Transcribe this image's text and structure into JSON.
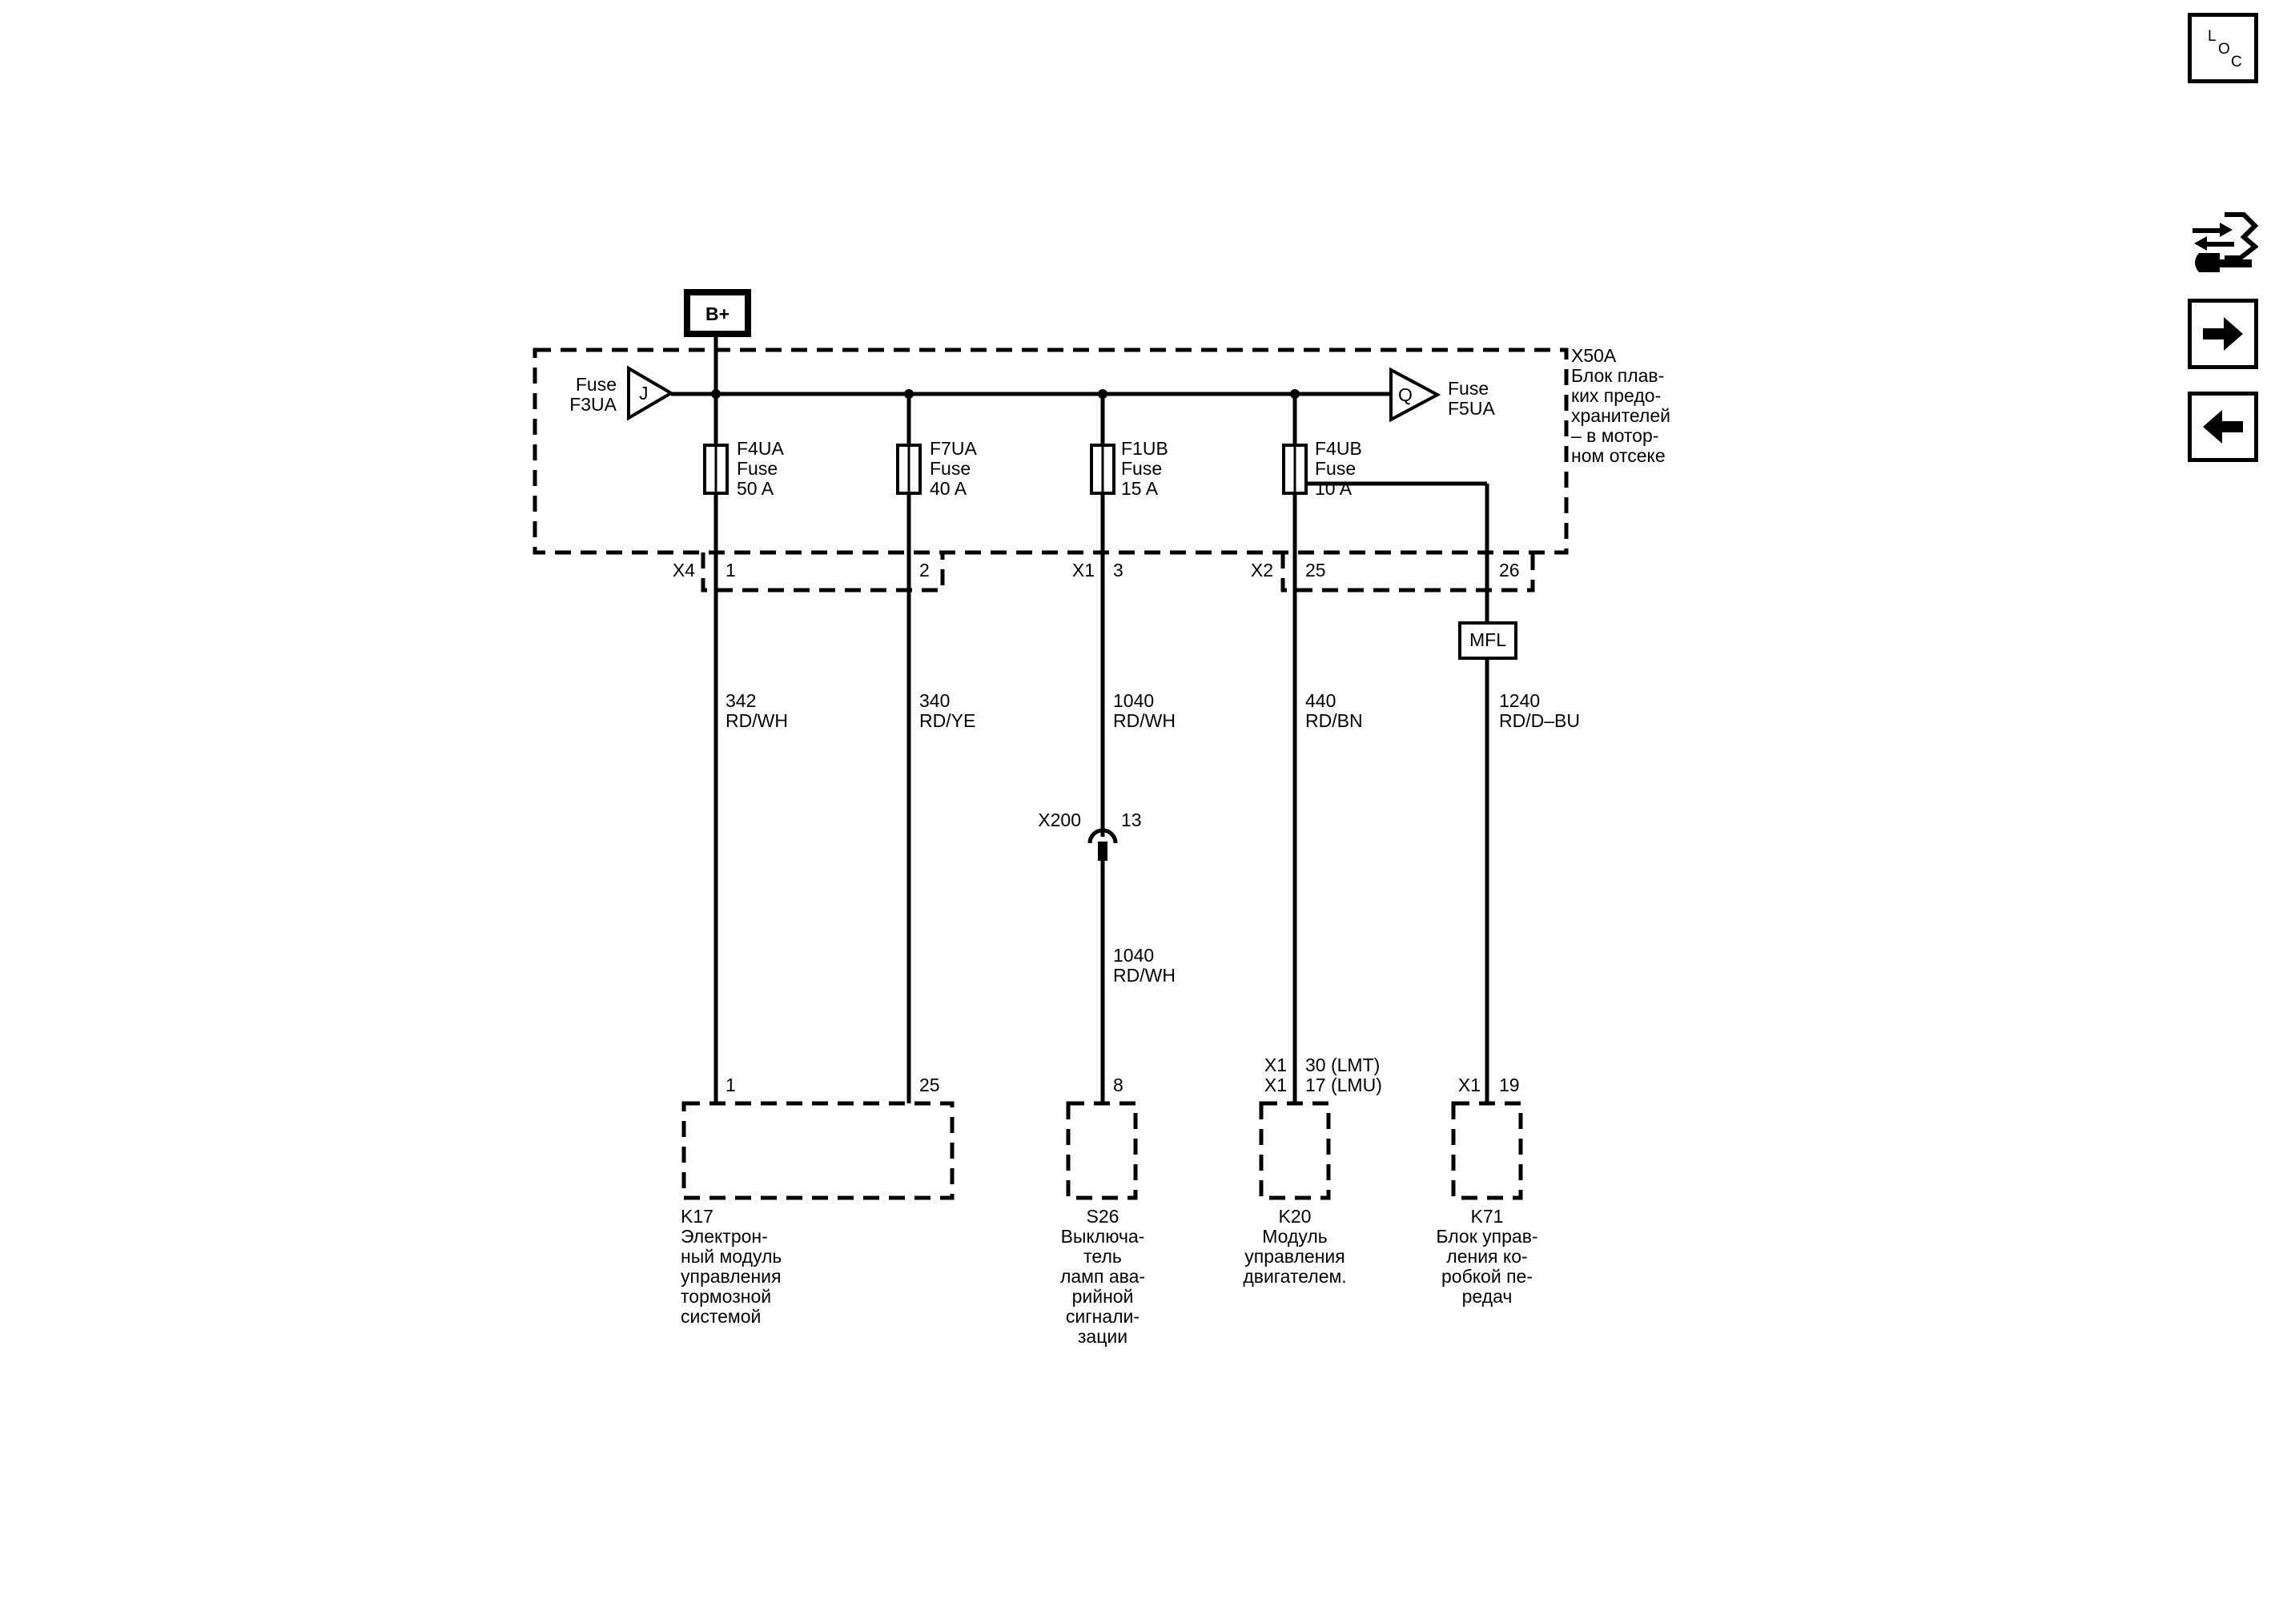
{
  "power": {
    "label": "B+"
  },
  "fuse_block": {
    "id": "X50A",
    "desc": [
      "Блок плав-",
      "ких предо-",
      "хранителей",
      "– в мотор-",
      "ном отсеке"
    ],
    "left_ref": {
      "letter": "J",
      "label": [
        "Fuse",
        "F3UA"
      ]
    },
    "right_ref": {
      "letter": "Q",
      "label": [
        "Fuse",
        "F5UA"
      ]
    }
  },
  "fuses": [
    {
      "name": "F4UA",
      "type": "Fuse",
      "rating": "50 A"
    },
    {
      "name": "F7UA",
      "type": "Fuse",
      "rating": "40 A"
    },
    {
      "name": "F1UB",
      "type": "Fuse",
      "rating": "15 A"
    },
    {
      "name": "F4UB",
      "type": "Fuse",
      "rating": "10 A"
    }
  ],
  "connectors": {
    "x4": {
      "name": "X4",
      "pins": [
        "1",
        "2"
      ]
    },
    "x1": {
      "name": "X1",
      "pins": [
        "3"
      ]
    },
    "x2": {
      "name": "X2",
      "pins": [
        "25",
        "26"
      ]
    }
  },
  "mfl": {
    "label": "MFL"
  },
  "wires": [
    {
      "circuit": "342",
      "color": "RD/WH"
    },
    {
      "circuit": "340",
      "color": "RD/YE"
    },
    {
      "circuit": "1040",
      "color": "RD/WH"
    },
    {
      "circuit": "440",
      "color": "RD/BN"
    },
    {
      "circuit": "1240",
      "color": "RD/D–BU"
    }
  ],
  "inline_connector": {
    "name": "X200",
    "pin": "13",
    "wire_after": {
      "circuit": "1040",
      "color": "RD/WH"
    }
  },
  "terminals": {
    "k17_pin1": "1",
    "k17_pin25": "25",
    "s26_pin": "8",
    "k20_conn": [
      "X1",
      "X1"
    ],
    "k20_pins": [
      "30 (LMT)",
      "17 (LMU)"
    ],
    "k71_conn": "X1",
    "k71_pin": "19"
  },
  "components": [
    {
      "id": "K17",
      "desc": [
        "Электрон-",
        "ный модуль",
        "управления",
        "тормозной",
        "системой"
      ]
    },
    {
      "id": "S26",
      "desc": [
        "Выключа-",
        "тель",
        "ламп ава-",
        "рийной",
        "сигнали-",
        "зации"
      ]
    },
    {
      "id": "K20",
      "desc": [
        "Модуль",
        "управления",
        "двигателем."
      ]
    },
    {
      "id": "K71",
      "desc": [
        "Блок управ-",
        "ления ко-",
        "робкой пе-",
        "редач"
      ]
    }
  ],
  "nav": {
    "loc_letters": [
      "L",
      "O",
      "C"
    ],
    "icons": [
      "connector-wrench-icon",
      "arrow-right-icon",
      "arrow-left-icon"
    ]
  }
}
